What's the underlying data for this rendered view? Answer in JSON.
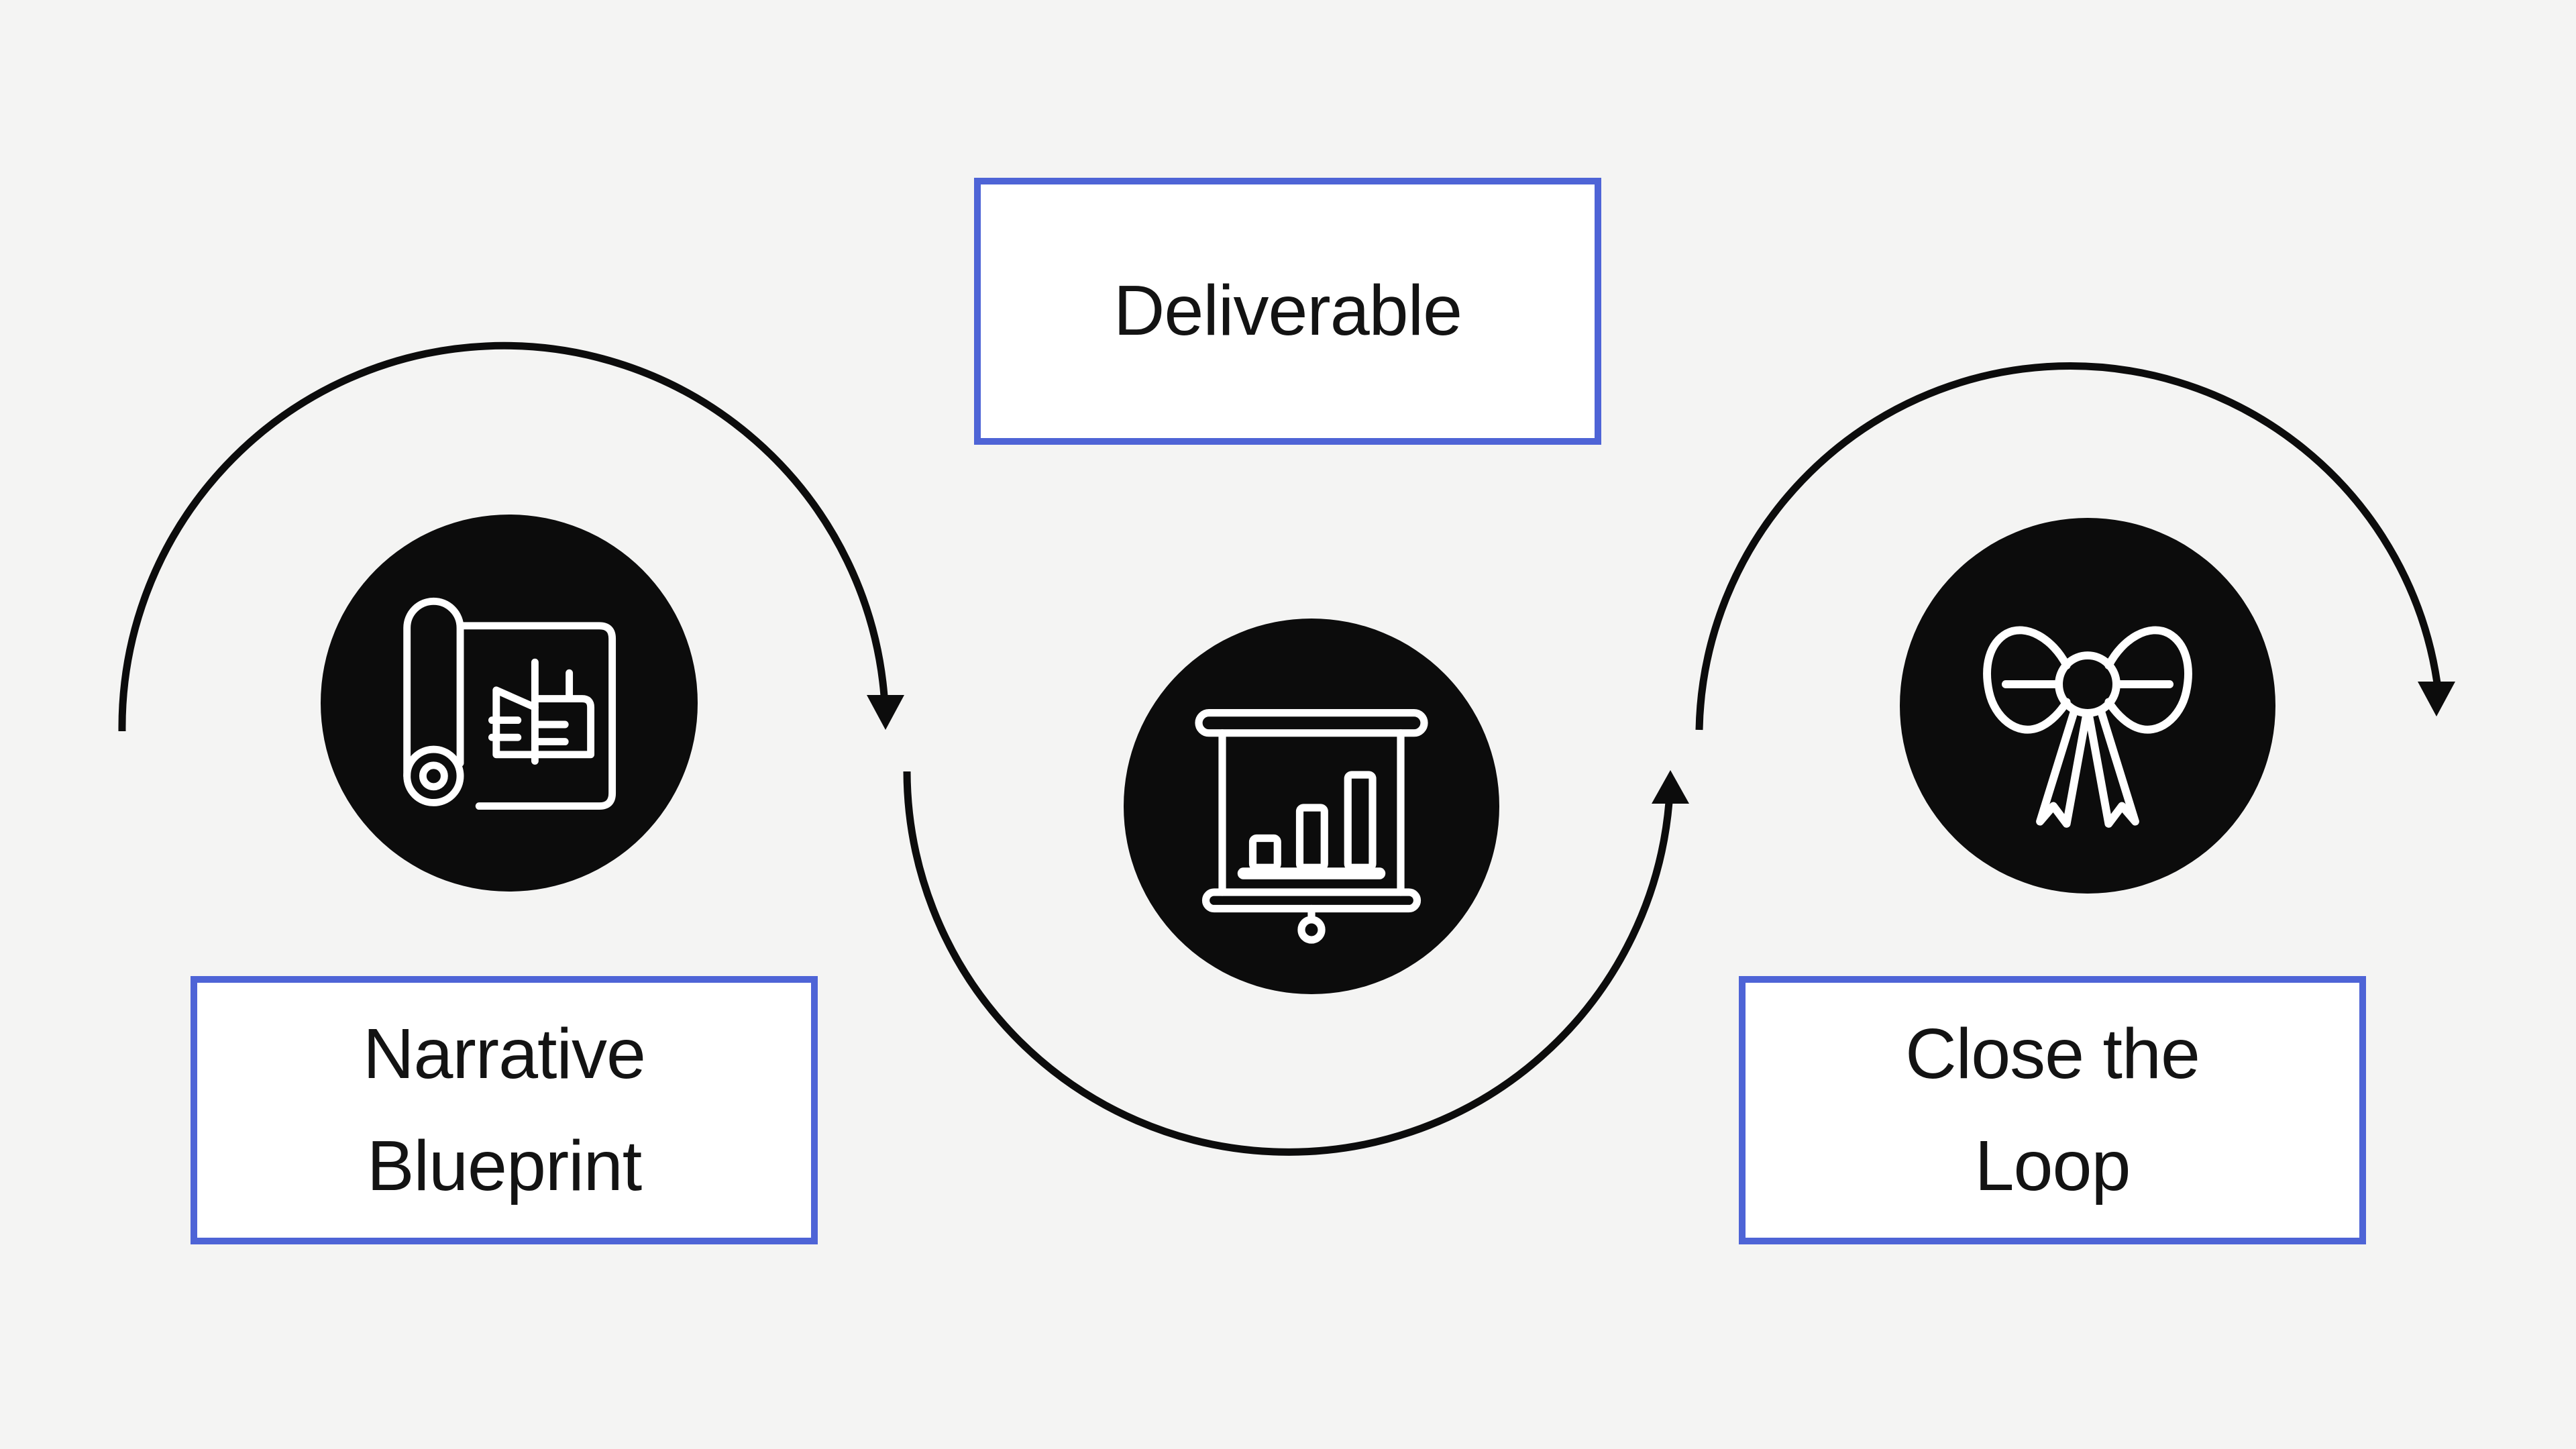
{
  "diagram": {
    "title": "Three-step process flow",
    "steps": [
      {
        "id": "narrative-blueprint",
        "label": "Narrative Blueprint",
        "icon": "blueprint-roll-icon",
        "node_shape": "circle"
      },
      {
        "id": "deliverable",
        "label": "Deliverable",
        "icon": "presentation-chart-icon",
        "node_shape": "circle"
      },
      {
        "id": "close-the-loop",
        "label": "Close the Loop",
        "icon": "bow-ribbon-icon",
        "node_shape": "circle"
      }
    ],
    "connectors": [
      {
        "from": "start",
        "to": "narrative-blueprint-right",
        "style": "arc-over-top",
        "arrowhead": "down"
      },
      {
        "from": "narrative-blueprint",
        "to": "deliverable-right",
        "style": "arc-under-bottom",
        "arrowhead": "up"
      },
      {
        "from": "deliverable",
        "to": "close-the-loop-right",
        "style": "arc-over-top",
        "arrowhead": "down"
      }
    ]
  },
  "theme": {
    "background": "#f4f4f3",
    "node_fill": "#0c0c0c",
    "icon_stroke": "#ffffff",
    "box_border": "#4e64d6",
    "box_fill": "#ffffff",
    "arrow_color": "#0c0c0c",
    "text_color": "#131313"
  }
}
